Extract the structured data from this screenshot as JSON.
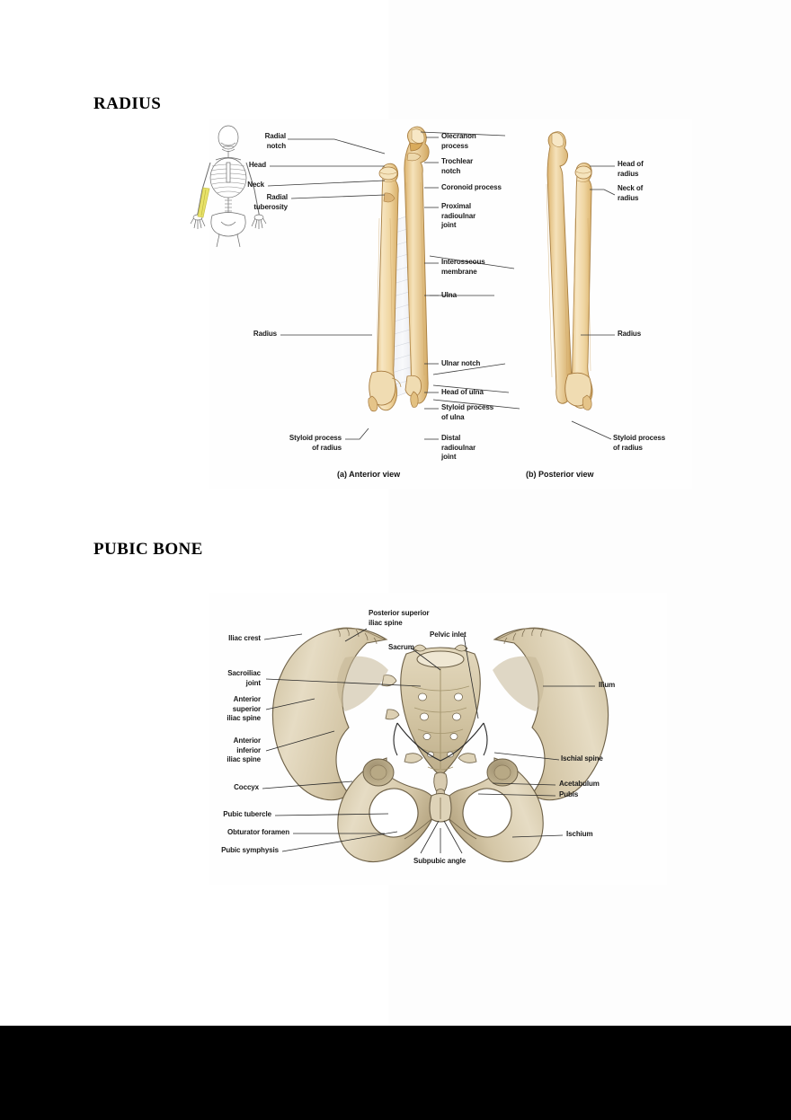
{
  "document": {
    "sections": [
      {
        "id": "radius",
        "heading": "RADIUS"
      },
      {
        "id": "pubic_bone",
        "heading": "PUBIC BONE"
      }
    ]
  },
  "radius_figure": {
    "panels": [
      {
        "id": "a",
        "caption": "(a) Anterior view"
      },
      {
        "id": "b",
        "caption": "(b) Posterior view"
      }
    ],
    "thumbnail": {
      "name": "skeleton-locator",
      "highlight_color": "#e8e26a",
      "highlighted_region": "left forearm"
    },
    "labels_left": [
      {
        "text": "Radial\nnotch"
      },
      {
        "text": "Head"
      },
      {
        "text": "Neck"
      },
      {
        "text": "Radial\ntuberosity"
      },
      {
        "text": "Radius"
      },
      {
        "text": "Styloid process\nof radius"
      }
    ],
    "labels_center": [
      {
        "text": "Olecranon\nprocess"
      },
      {
        "text": "Trochlear\nnotch"
      },
      {
        "text": "Coronoid process"
      },
      {
        "text": "Proximal\nradioulnar\njoint"
      },
      {
        "text": "Interosseous\nmembrane"
      },
      {
        "text": "Ulna"
      },
      {
        "text": "Ulnar notch"
      },
      {
        "text": "Head of ulna"
      },
      {
        "text": "Styloid process\nof ulna"
      },
      {
        "text": "Distal\nradioulnar\njoint"
      }
    ],
    "labels_right": [
      {
        "text": "Head of\nradius"
      },
      {
        "text": "Neck of\nradius"
      },
      {
        "text": "Radius"
      },
      {
        "text": "Styloid process\nof radius"
      }
    ],
    "colors": {
      "bone_fill": "#f2d9a4",
      "bone_shadow": "#d8b472",
      "bone_outline": "#a07b3a",
      "membrane": "#e9e9ef",
      "leader_line": "#3a3a3a"
    }
  },
  "pelvis_figure": {
    "labels_left": [
      {
        "text": "Iliac crest"
      },
      {
        "text": "Sacroiliac\njoint"
      },
      {
        "text": "Anterior\nsuperior\niliac spine"
      },
      {
        "text": "Anterior\ninferior\niliac spine"
      },
      {
        "text": "Coccyx"
      },
      {
        "text": "Pubic tubercle"
      },
      {
        "text": "Obturator foramen"
      },
      {
        "text": "Pubic symphysis"
      }
    ],
    "labels_top": [
      {
        "text": "Posterior superior\niliac spine"
      },
      {
        "text": "Pelvic inlet"
      },
      {
        "text": "Sacrum"
      }
    ],
    "labels_right": [
      {
        "text": "Ilium"
      },
      {
        "text": "Ischial spine"
      },
      {
        "text": "Acetabulum"
      },
      {
        "text": "Pubis"
      },
      {
        "text": "Ischium"
      }
    ],
    "labels_bottom": [
      {
        "text": "Subpubic angle"
      }
    ],
    "colors": {
      "bone_fill": "#ded3b8",
      "bone_mid": "#cdbf9d",
      "bone_shadow": "#b6a585",
      "bone_outline": "#6d6047",
      "leader_line": "#2a2a2a"
    }
  }
}
